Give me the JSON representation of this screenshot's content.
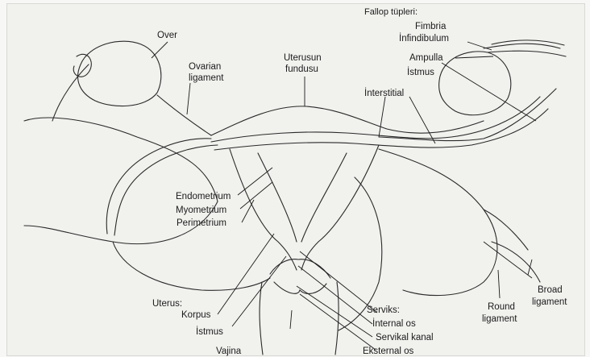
{
  "labels": {
    "over": "Over",
    "ovarian_ligament_1": "Ovarian",
    "ovarian_ligament_2": "ligament",
    "uterusun_fundusu_1": "Uterusun",
    "uterusun_fundusu_2": "fundusu",
    "fallop_tupleri": "Fallop tüpleri:",
    "fimbria": "Fimbria",
    "infindibulum": "İnfindibulum",
    "ampulla": "Ampulla",
    "istmus_tube": "İstmus",
    "interstitial": "İnterstitial",
    "endometrium": "Endometrium",
    "myometrium": "Myometrium",
    "perimetrium": "Perimetrium",
    "uterus": "Uterus:",
    "korpus": "Korpus",
    "istmus_uterus": "İstmus",
    "vajina": "Vajina",
    "serviks": "Serviks:",
    "internal_os": "İnternal os",
    "servikal_kanal": "Servikal kanal",
    "eksternal_os": "Eksternal os",
    "round_ligament_1": "Round",
    "round_ligament_2": "ligament",
    "broad_ligament_1": "Broad",
    "broad_ligament_2": "ligament"
  },
  "colors": {
    "ink": "#1b1b1b",
    "shade": "#8a8a86",
    "paper": "#f1f1ee"
  }
}
